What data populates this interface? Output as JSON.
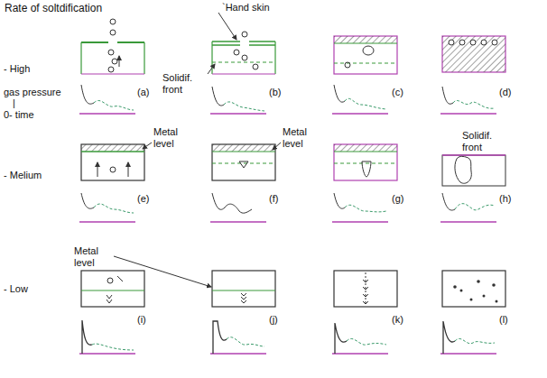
{
  "diagram": {
    "title": "Rate of soltdification",
    "labels": [
      "`Hand skin",
      "- High",
      "gas pressure",
      "|",
      "0- time",
      "Solidif. front",
      "(a)",
      "(b)",
      "(c)",
      "(d)",
      "Metal level",
      "Metal level",
      "Solidif. front",
      "- Melium",
      "(e)",
      "(f)",
      "(g)",
      "(h)",
      "Metal level",
      "- Low",
      "(i)",
      "(j)",
      "(k)",
      "(l)"
    ]
  }
}
